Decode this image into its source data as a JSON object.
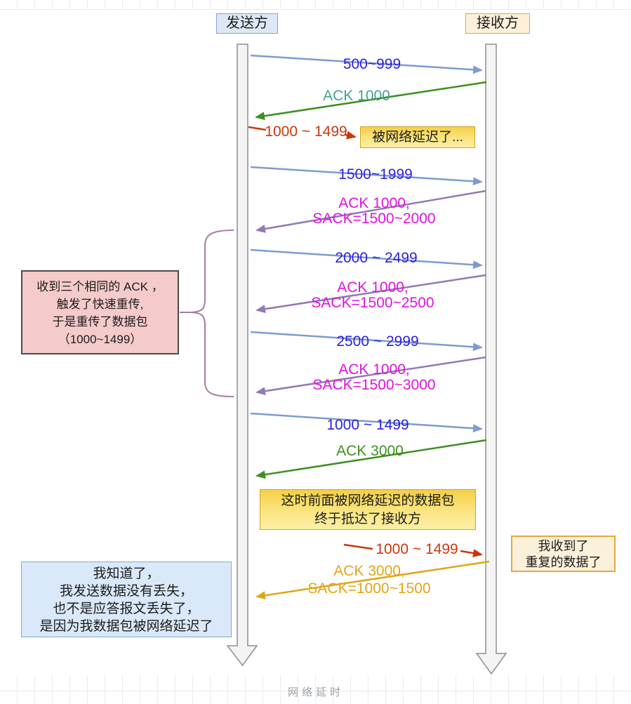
{
  "diagram_title": "网络延时",
  "actors": {
    "sender": {
      "label": "发送方"
    },
    "receiver": {
      "label": "接收方"
    }
  },
  "messages": [
    {
      "label": "500~999",
      "from": "sender",
      "to": "receiver",
      "kind": "data"
    },
    {
      "label": "ACK 1000",
      "from": "receiver",
      "to": "sender",
      "kind": "ack"
    },
    {
      "label": "1000 ~ 1499",
      "from": "sender",
      "to": "delayed-note",
      "kind": "data-delayed"
    },
    {
      "label": "1500~1999",
      "from": "sender",
      "to": "receiver",
      "kind": "data"
    },
    {
      "lines": [
        "ACK 1000,",
        "SACK=1500~2000"
      ],
      "from": "receiver",
      "to": "sender",
      "kind": "sack"
    },
    {
      "label": "2000 ~ 2499",
      "from": "sender",
      "to": "receiver",
      "kind": "data"
    },
    {
      "lines": [
        "ACK 1000,",
        "SACK=1500~2500"
      ],
      "from": "receiver",
      "to": "sender",
      "kind": "sack"
    },
    {
      "label": "2500 ~ 2999",
      "from": "sender",
      "to": "receiver",
      "kind": "data"
    },
    {
      "lines": [
        "ACK 1000,",
        "SACK=1500~3000"
      ],
      "from": "receiver",
      "to": "sender",
      "kind": "sack"
    },
    {
      "label": "1000 ~ 1499",
      "from": "sender",
      "to": "receiver",
      "kind": "data-retransmit"
    },
    {
      "label": "ACK 3000",
      "from": "receiver",
      "to": "sender",
      "kind": "ack"
    },
    {
      "label": "1000 ~ 1499",
      "from": "delayed-note",
      "to": "receiver",
      "kind": "data-delayed-arrival"
    },
    {
      "lines": [
        "ACK 3000,",
        "SACK=1000~1500"
      ],
      "from": "receiver",
      "to": "sender",
      "kind": "dsack"
    }
  ],
  "notes": {
    "delayed": {
      "text": "被网络延迟了..."
    },
    "arrival": {
      "lines": [
        "这时前面被网络延迟的数据包",
        "终于抵达了接收方"
      ]
    },
    "duplicate": {
      "lines": [
        "我收到了",
        "重复的数据了"
      ]
    },
    "fast_retransmit": {
      "lines": [
        "收到三个相同的 ACK ，",
        "触发了快速重传,",
        "于是重传了数据包",
        "（1000~1499）"
      ]
    },
    "conclusion": {
      "lines": [
        "我知道了，",
        "我发送数据没有丢失，",
        "也不是应答报文丢失了，",
        "是因为我数据包被网络延迟了"
      ]
    }
  },
  "palette": {
    "data_arrow": "#7e9bd0",
    "data_label": "#2a21e0",
    "ack_teal_label": "#3fa391",
    "ack_green": "#3d8f1f",
    "sack_arrow": "#9379b5",
    "sack_label": "#dd13dd",
    "delayed_red": "#c8380d",
    "dsack_orange": "#dfa517",
    "brace": "#a87a9f",
    "lifeline_fill": "#f4f4f4",
    "lifeline_border": "#8f8f8f"
  }
}
